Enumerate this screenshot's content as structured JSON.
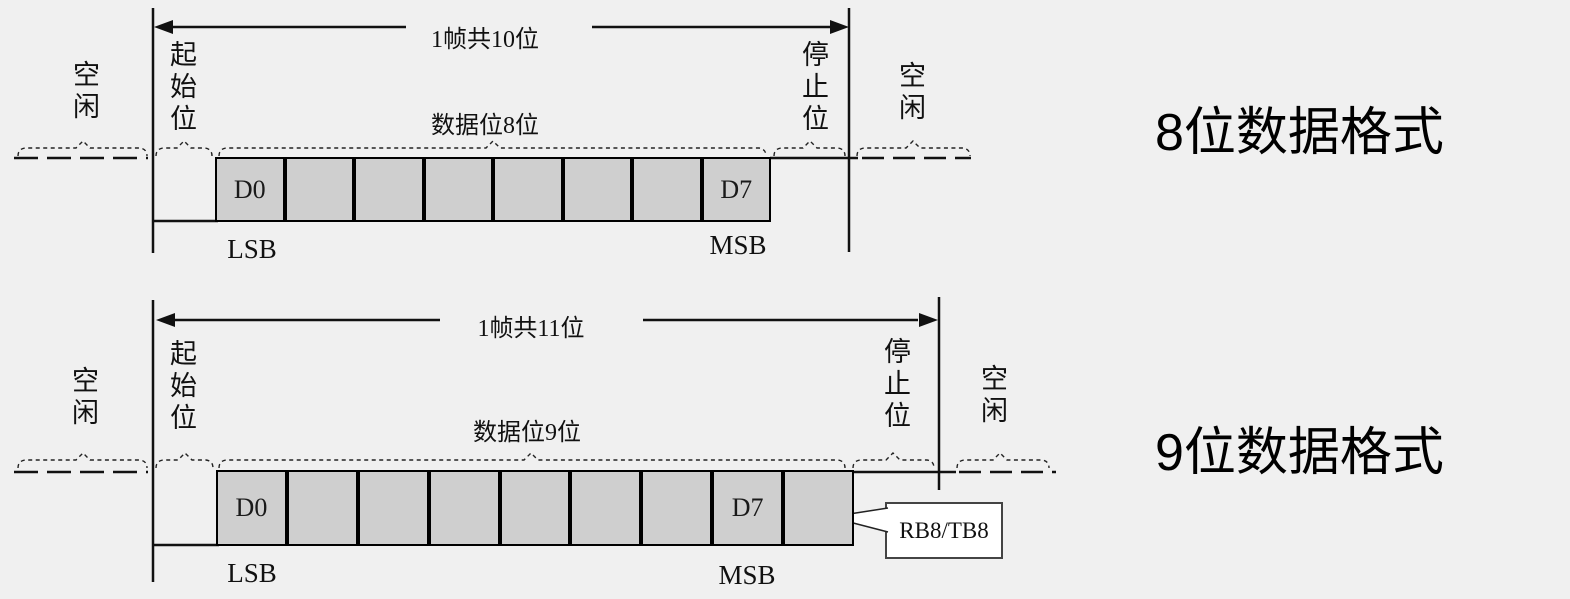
{
  "colors": {
    "background": "#f0f0f0",
    "box_fill": "#cfcfcf",
    "line": "#111111",
    "callout_fill": "#ffffff",
    "callout_border": "#444444"
  },
  "diagrams": [
    {
      "title": "8位数据格式",
      "frame_label": "1帧共10位",
      "data_bits_label": "数据位8位",
      "idle_left_label": "空闲",
      "start_bit_label": "起始位",
      "stop_bit_label": "停止位",
      "idle_right_label": "空闲",
      "lsb_label": "LSB",
      "msb_label": "MSB",
      "cells": [
        "D0",
        "",
        "",
        "",
        "",
        "",
        "",
        "D7"
      ]
    },
    {
      "title": "9位数据格式",
      "frame_label": "1帧共11位",
      "data_bits_label": "数据位9位",
      "idle_left_label": "空闲",
      "start_bit_label": "起始位",
      "stop_bit_label": "停止位",
      "idle_right_label": "空闲",
      "lsb_label": "LSB",
      "msb_label": "MSB",
      "callout_label": "RB8/TB8",
      "cells": [
        "D0",
        "",
        "",
        "",
        "",
        "",
        "",
        "D7",
        ""
      ]
    }
  ]
}
